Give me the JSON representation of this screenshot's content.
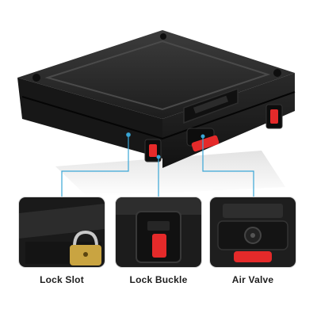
{
  "callouts": [
    {
      "label": "Lock Slot"
    },
    {
      "label": "Lock Buckle"
    },
    {
      "label": "Air Valve"
    }
  ],
  "colors": {
    "case_body": "#1b1b1b",
    "case_highlight": "#3a3a3a",
    "accent_red": "#e52a2a",
    "leader_line": "#3aa6d6",
    "padlock_brass": "#c9a441"
  }
}
